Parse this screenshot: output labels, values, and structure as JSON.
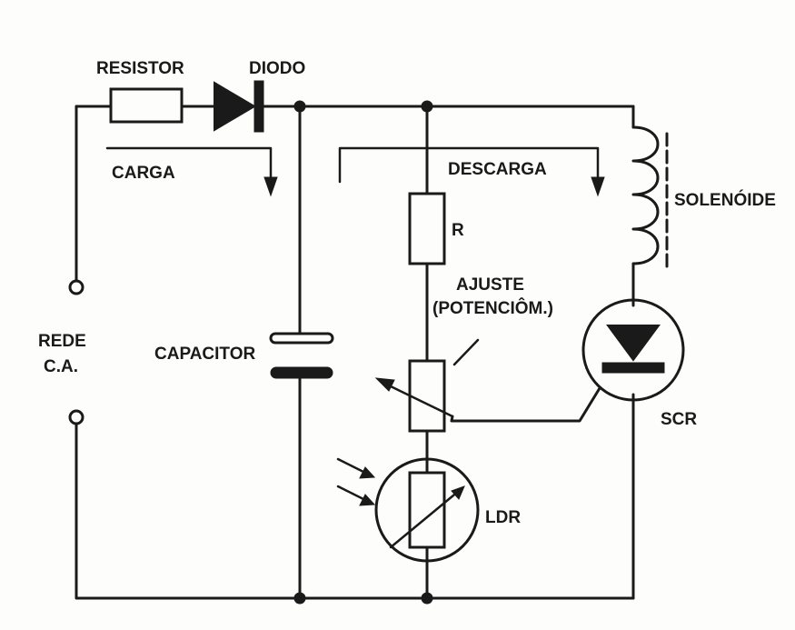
{
  "labels": {
    "resistor": "RESISTOR",
    "diodo": "DIODO",
    "carga": "CARGA",
    "descarga": "DESCARGA",
    "solenoide": "SOLENÓIDE",
    "r": "R",
    "ajuste_line1": "AJUSTE",
    "ajuste_line2": "(POTENCIÔM.)",
    "rede_line1": "REDE",
    "rede_line2": "C.A.",
    "capacitor": "CAPACITOR",
    "scr": "SCR",
    "ldr": "LDR"
  },
  "colors": {
    "ink": "#1a1a1a",
    "paper": "#fdfdfb"
  }
}
